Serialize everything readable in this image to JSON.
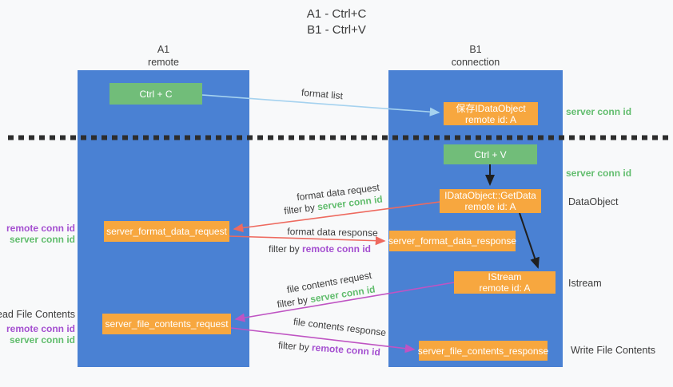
{
  "title": {
    "line1": "A1 - Ctrl+C",
    "line2": "B1 - Ctrl+V"
  },
  "lanes": {
    "left": {
      "name_line": "A1",
      "role_line": "remote"
    },
    "right": {
      "name_line": "B1",
      "role_line": "connection"
    }
  },
  "nodes": {
    "ctrl_c": "Ctrl + C",
    "save_idataobject": {
      "line1": "保存IDataObject",
      "line2": "remote id: A"
    },
    "ctrl_v": "Ctrl + V",
    "getdata": {
      "line1": "IDataObject::GetData",
      "line2": "remote id: A"
    },
    "format_request": "server_format_data_request",
    "format_response": "server_format_data_response",
    "istream": {
      "line1": "IStream",
      "line2": "remote id: A"
    },
    "file_request": "server_file_contents_request",
    "file_response": "server_file_contents_response"
  },
  "side_labels": {
    "server_conn_id_top": "server conn id",
    "server_conn_id_mid": "server conn id",
    "dataobject": "DataObject",
    "istream": "Istream",
    "write_file_contents": "Write File Contents",
    "read_file_contents": "Read File Contents",
    "remote_conn_id_left_1": "remote conn id",
    "server_conn_id_left_1": "server conn id",
    "remote_conn_id_left_2": "remote conn id",
    "server_conn_id_left_2": "server conn id"
  },
  "arrow_labels": {
    "format_list": "format list",
    "format_data_request": "format data request",
    "filter_by_1": "filter by ",
    "filter_val_1": "server conn id",
    "format_data_response": "format data response",
    "filter_by_2": "filter by ",
    "filter_val_2": "remote conn id",
    "file_contents_request": "file contents request",
    "filter_by_3": "filter by ",
    "filter_val_3": "server conn id",
    "file_contents_response": "file contents response",
    "filter_by_4": "filter by ",
    "filter_val_4": "remote conn id"
  },
  "colors": {
    "lane_blue": "#4a81d3",
    "node_green": "#71bd79",
    "node_orange": "#f7a73f",
    "arrow_red": "#ee6a5f",
    "arrow_magenta": "#bf54c3",
    "arrow_lightblue": "#a5d2ef",
    "arrow_black": "#1f1f1f",
    "text_green": "#62bd6e",
    "text_purple": "#a44fd0",
    "background": "#f8f9fa"
  }
}
